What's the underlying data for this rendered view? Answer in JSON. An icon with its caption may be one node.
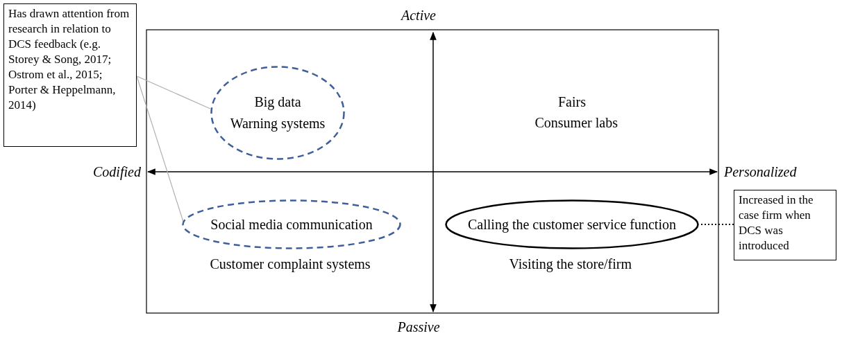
{
  "diagram": {
    "nodes": [
      {
        "text": [
          "Has drawn attention from research in relation to DCS feedback (e.g. Storey & Song, 2017; Ostrom et al., 2015; Porter & Heppelmann, 2014)"
        ]
      },
      {
        "text": [
          "Big data",
          "Warning systems"
        ]
      },
      {
        "text": [
          "Social media communication"
        ]
      },
      {
        "text": [
          "Calling the customer service function"
        ]
      },
      {
        "text": [
          "Increased in the case firm when DCS was introduced"
        ]
      }
    ],
    "edges": [
      {
        "from": 0,
        "to": 1,
        "arrow": "none"
      },
      {
        "from": 0,
        "to": 2,
        "arrow": "none"
      },
      {
        "from": 4,
        "to": 3,
        "arrow": "none",
        "style": "dashed",
        "color": "#000000"
      }
    ],
    "labels": [
      "Active",
      "Fairs",
      "Consumer labs",
      "Codified",
      "Personalized",
      "Customer complaint systems",
      "Visiting the store/firm",
      "Passive"
    ]
  }
}
